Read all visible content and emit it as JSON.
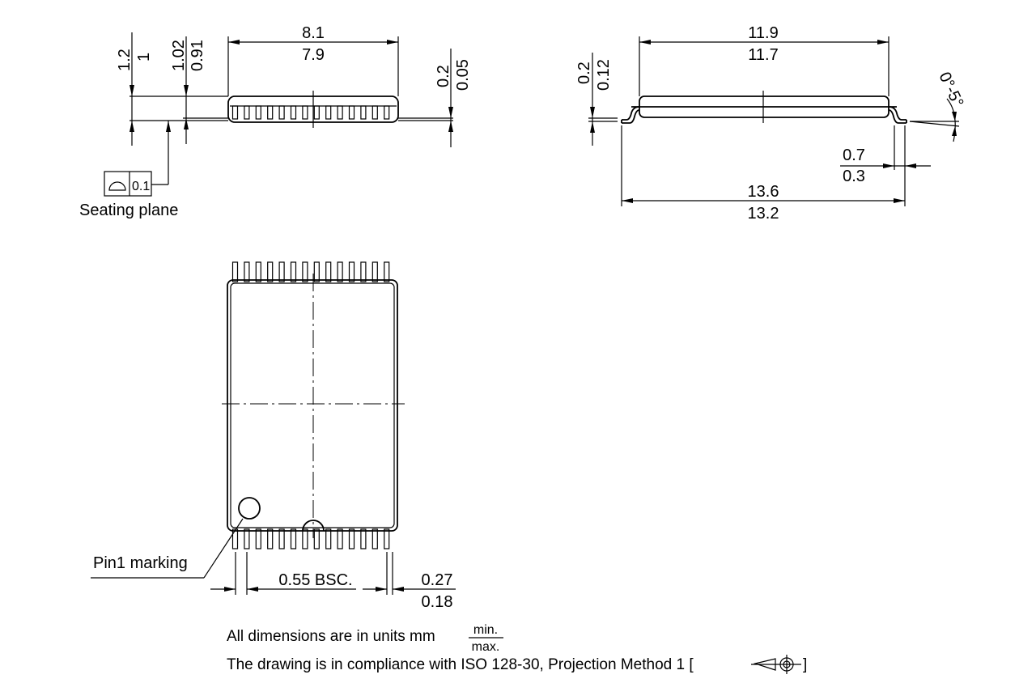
{
  "title": "TSOP package outline drawing",
  "side_view": {
    "total_height": {
      "max": "1.2",
      "min": "1"
    },
    "body_height": {
      "max": "1.02",
      "min": "0.91"
    },
    "body_width": {
      "max": "8.1",
      "min": "7.9"
    },
    "standoff": {
      "max": "0.2",
      "min": "0.05"
    },
    "flatness_tolerance": "0.1",
    "flatness_symbol": "flatness-icon",
    "seating_plane_label": "Seating plane"
  },
  "end_view": {
    "body_length": {
      "max": "11.9",
      "min": "11.7"
    },
    "lead_thickness": {
      "max": "0.2",
      "min": "0.12"
    },
    "lead_angle": "0°-5°",
    "foot_length": {
      "max": "0.7",
      "min": "0.3"
    },
    "overall_length": {
      "max": "13.6",
      "min": "13.2"
    }
  },
  "top_view": {
    "pins_per_side": 14,
    "pin1_label": "Pin1 marking",
    "pitch": "0.55 BSC.",
    "lead_width": {
      "max": "0.27",
      "min": "0.18"
    }
  },
  "notes": {
    "units_text": "All dimensions are in units mm",
    "units_min": "min.",
    "units_max": "max.",
    "compliance_text": "The drawing is in compliance with ISO 128-30, Projection Method 1 [",
    "compliance_close": "]",
    "projection_symbol": "first-angle-projection-icon"
  }
}
